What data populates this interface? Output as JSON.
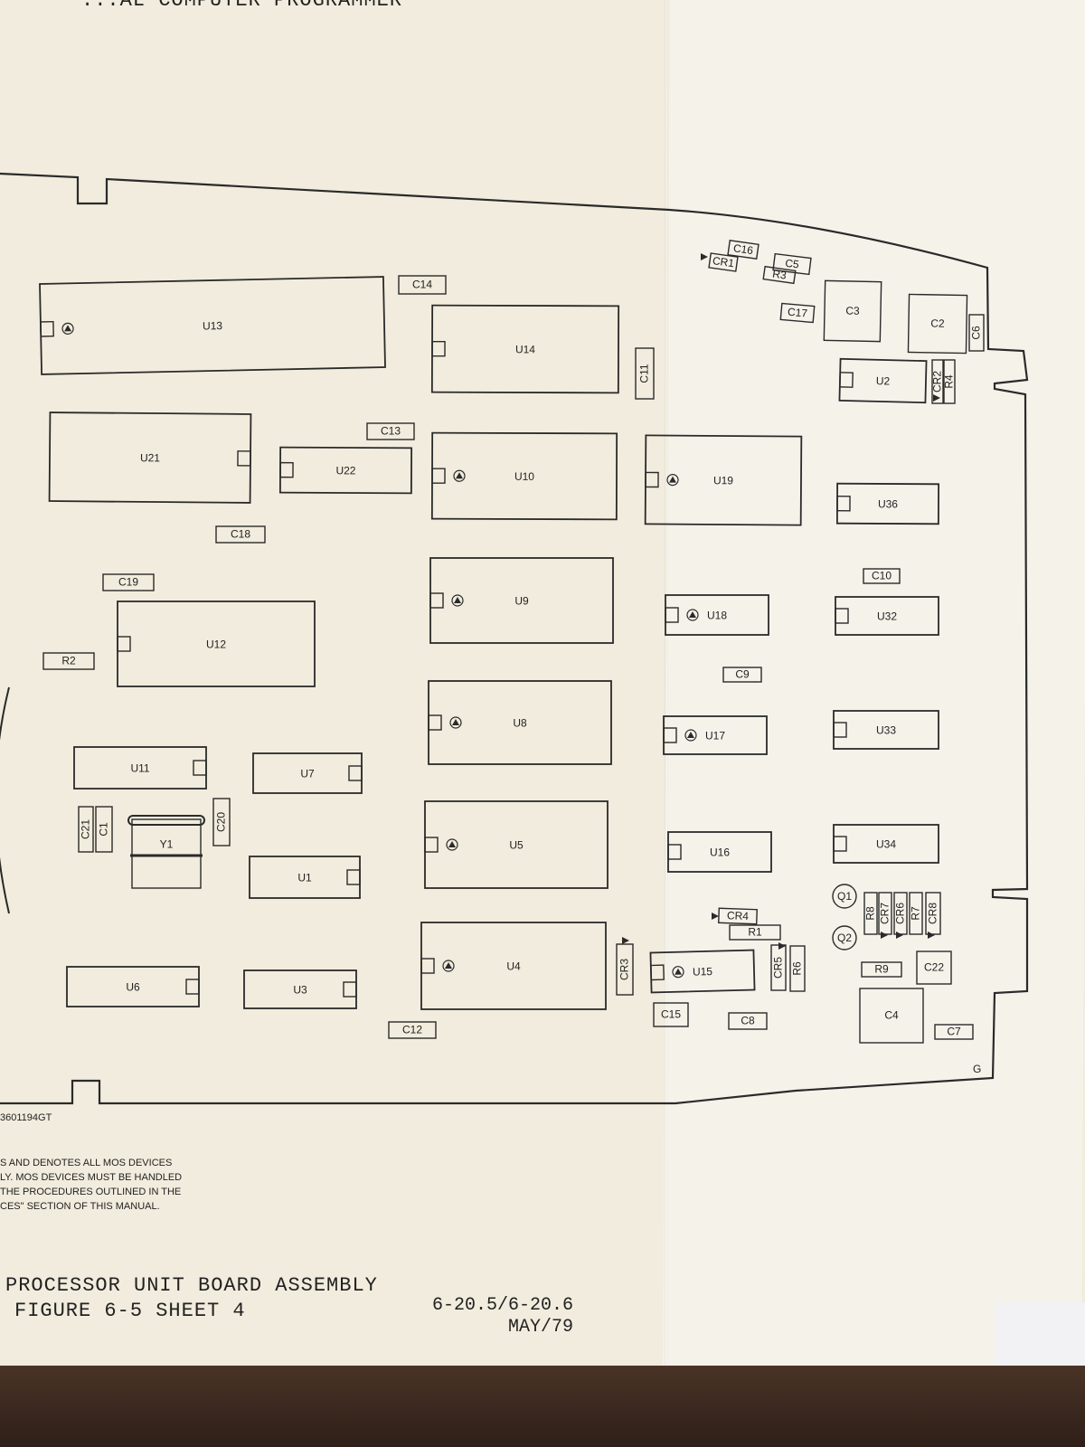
{
  "document": {
    "header": "...AL COMPUTER PROGRAMMER",
    "part_number": "3601194GT",
    "note_lines": [
      "S AND DENOTES ALL MOS DEVICES",
      "LY. MOS DEVICES MUST BE HANDLED",
      "THE PROCEDURES OUTLINED IN THE",
      "CES\" SECTION OF THIS MANUAL."
    ],
    "caption_lines": [
      "PROCESSOR UNIT BOARD ASSEMBLY",
      "FIGURE 6-5 SHEET 4"
    ],
    "page_ref": "6-20.5/6-20.6",
    "date": "MAY/79",
    "revision_mark": "G"
  },
  "components": [
    {
      "ref": "U13",
      "kind": "ic",
      "notch": "left",
      "mos": true
    },
    {
      "ref": "U14",
      "kind": "ic",
      "notch": "left",
      "mos": false
    },
    {
      "ref": "U21",
      "kind": "ic",
      "notch": "right",
      "mos": false
    },
    {
      "ref": "U22",
      "kind": "ic",
      "notch": "left",
      "mos": false
    },
    {
      "ref": "U10",
      "kind": "ic",
      "notch": "left",
      "mos": true
    },
    {
      "ref": "U19",
      "kind": "ic",
      "notch": "left",
      "mos": true
    },
    {
      "ref": "U36",
      "kind": "ic",
      "notch": "left",
      "mos": false
    },
    {
      "ref": "U9",
      "kind": "ic",
      "notch": "left",
      "mos": true
    },
    {
      "ref": "U12",
      "kind": "ic",
      "notch": "left",
      "mos": false
    },
    {
      "ref": "U18",
      "kind": "ic",
      "notch": "left",
      "mos": true
    },
    {
      "ref": "U32",
      "kind": "ic",
      "notch": "left",
      "mos": false
    },
    {
      "ref": "U8",
      "kind": "ic",
      "notch": "left",
      "mos": true
    },
    {
      "ref": "U17",
      "kind": "ic",
      "notch": "left",
      "mos": true
    },
    {
      "ref": "U33",
      "kind": "ic",
      "notch": "left",
      "mos": false
    },
    {
      "ref": "U11",
      "kind": "ic",
      "notch": "right",
      "mos": false
    },
    {
      "ref": "U7",
      "kind": "ic",
      "notch": "right",
      "mos": false
    },
    {
      "ref": "U5",
      "kind": "ic",
      "notch": "left",
      "mos": true
    },
    {
      "ref": "U16",
      "kind": "ic",
      "notch": "left",
      "mos": false
    },
    {
      "ref": "U34",
      "kind": "ic",
      "notch": "left",
      "mos": false
    },
    {
      "ref": "U1",
      "kind": "ic",
      "notch": "right",
      "mos": false
    },
    {
      "ref": "U4",
      "kind": "ic",
      "notch": "left",
      "mos": true
    },
    {
      "ref": "U15",
      "kind": "ic",
      "notch": "left",
      "mos": true
    },
    {
      "ref": "U6",
      "kind": "ic",
      "notch": "right",
      "mos": false
    },
    {
      "ref": "U3",
      "kind": "ic",
      "notch": "right",
      "mos": false
    },
    {
      "ref": "U2",
      "kind": "ic",
      "notch": "left",
      "mos": false
    },
    {
      "ref": "C3",
      "kind": "part"
    },
    {
      "ref": "C2",
      "kind": "part"
    },
    {
      "ref": "C4",
      "kind": "part"
    },
    {
      "ref": "C14",
      "kind": "part"
    },
    {
      "ref": "C16",
      "kind": "part"
    },
    {
      "ref": "CR1",
      "kind": "part"
    },
    {
      "ref": "C5",
      "kind": "part"
    },
    {
      "ref": "R3",
      "kind": "part"
    },
    {
      "ref": "C17",
      "kind": "part"
    },
    {
      "ref": "C6",
      "kind": "part"
    },
    {
      "ref": "C11",
      "kind": "part"
    },
    {
      "ref": "CR2",
      "kind": "part"
    },
    {
      "ref": "R4",
      "kind": "part"
    },
    {
      "ref": "C13",
      "kind": "part"
    },
    {
      "ref": "C18",
      "kind": "part"
    },
    {
      "ref": "C19",
      "kind": "part"
    },
    {
      "ref": "C10",
      "kind": "part"
    },
    {
      "ref": "R2",
      "kind": "part"
    },
    {
      "ref": "C9",
      "kind": "part"
    },
    {
      "ref": "C21",
      "kind": "part"
    },
    {
      "ref": "C1",
      "kind": "part"
    },
    {
      "ref": "C20",
      "kind": "part"
    },
    {
      "ref": "Y1",
      "kind": "part"
    },
    {
      "ref": "CR4",
      "kind": "part"
    },
    {
      "ref": "R1",
      "kind": "part"
    },
    {
      "ref": "CR3",
      "kind": "part"
    },
    {
      "ref": "CR5",
      "kind": "part"
    },
    {
      "ref": "R6",
      "kind": "part"
    },
    {
      "ref": "R8",
      "kind": "part"
    },
    {
      "ref": "CR7",
      "kind": "part"
    },
    {
      "ref": "CR6",
      "kind": "part"
    },
    {
      "ref": "R7",
      "kind": "part"
    },
    {
      "ref": "CR8",
      "kind": "part"
    },
    {
      "ref": "R9",
      "kind": "part"
    },
    {
      "ref": "C22",
      "kind": "part"
    },
    {
      "ref": "C15",
      "kind": "part"
    },
    {
      "ref": "C8",
      "kind": "part"
    },
    {
      "ref": "C12",
      "kind": "part"
    },
    {
      "ref": "C7",
      "kind": "part"
    },
    {
      "ref": "Q1",
      "kind": "transistor"
    },
    {
      "ref": "Q2",
      "kind": "transistor"
    }
  ]
}
